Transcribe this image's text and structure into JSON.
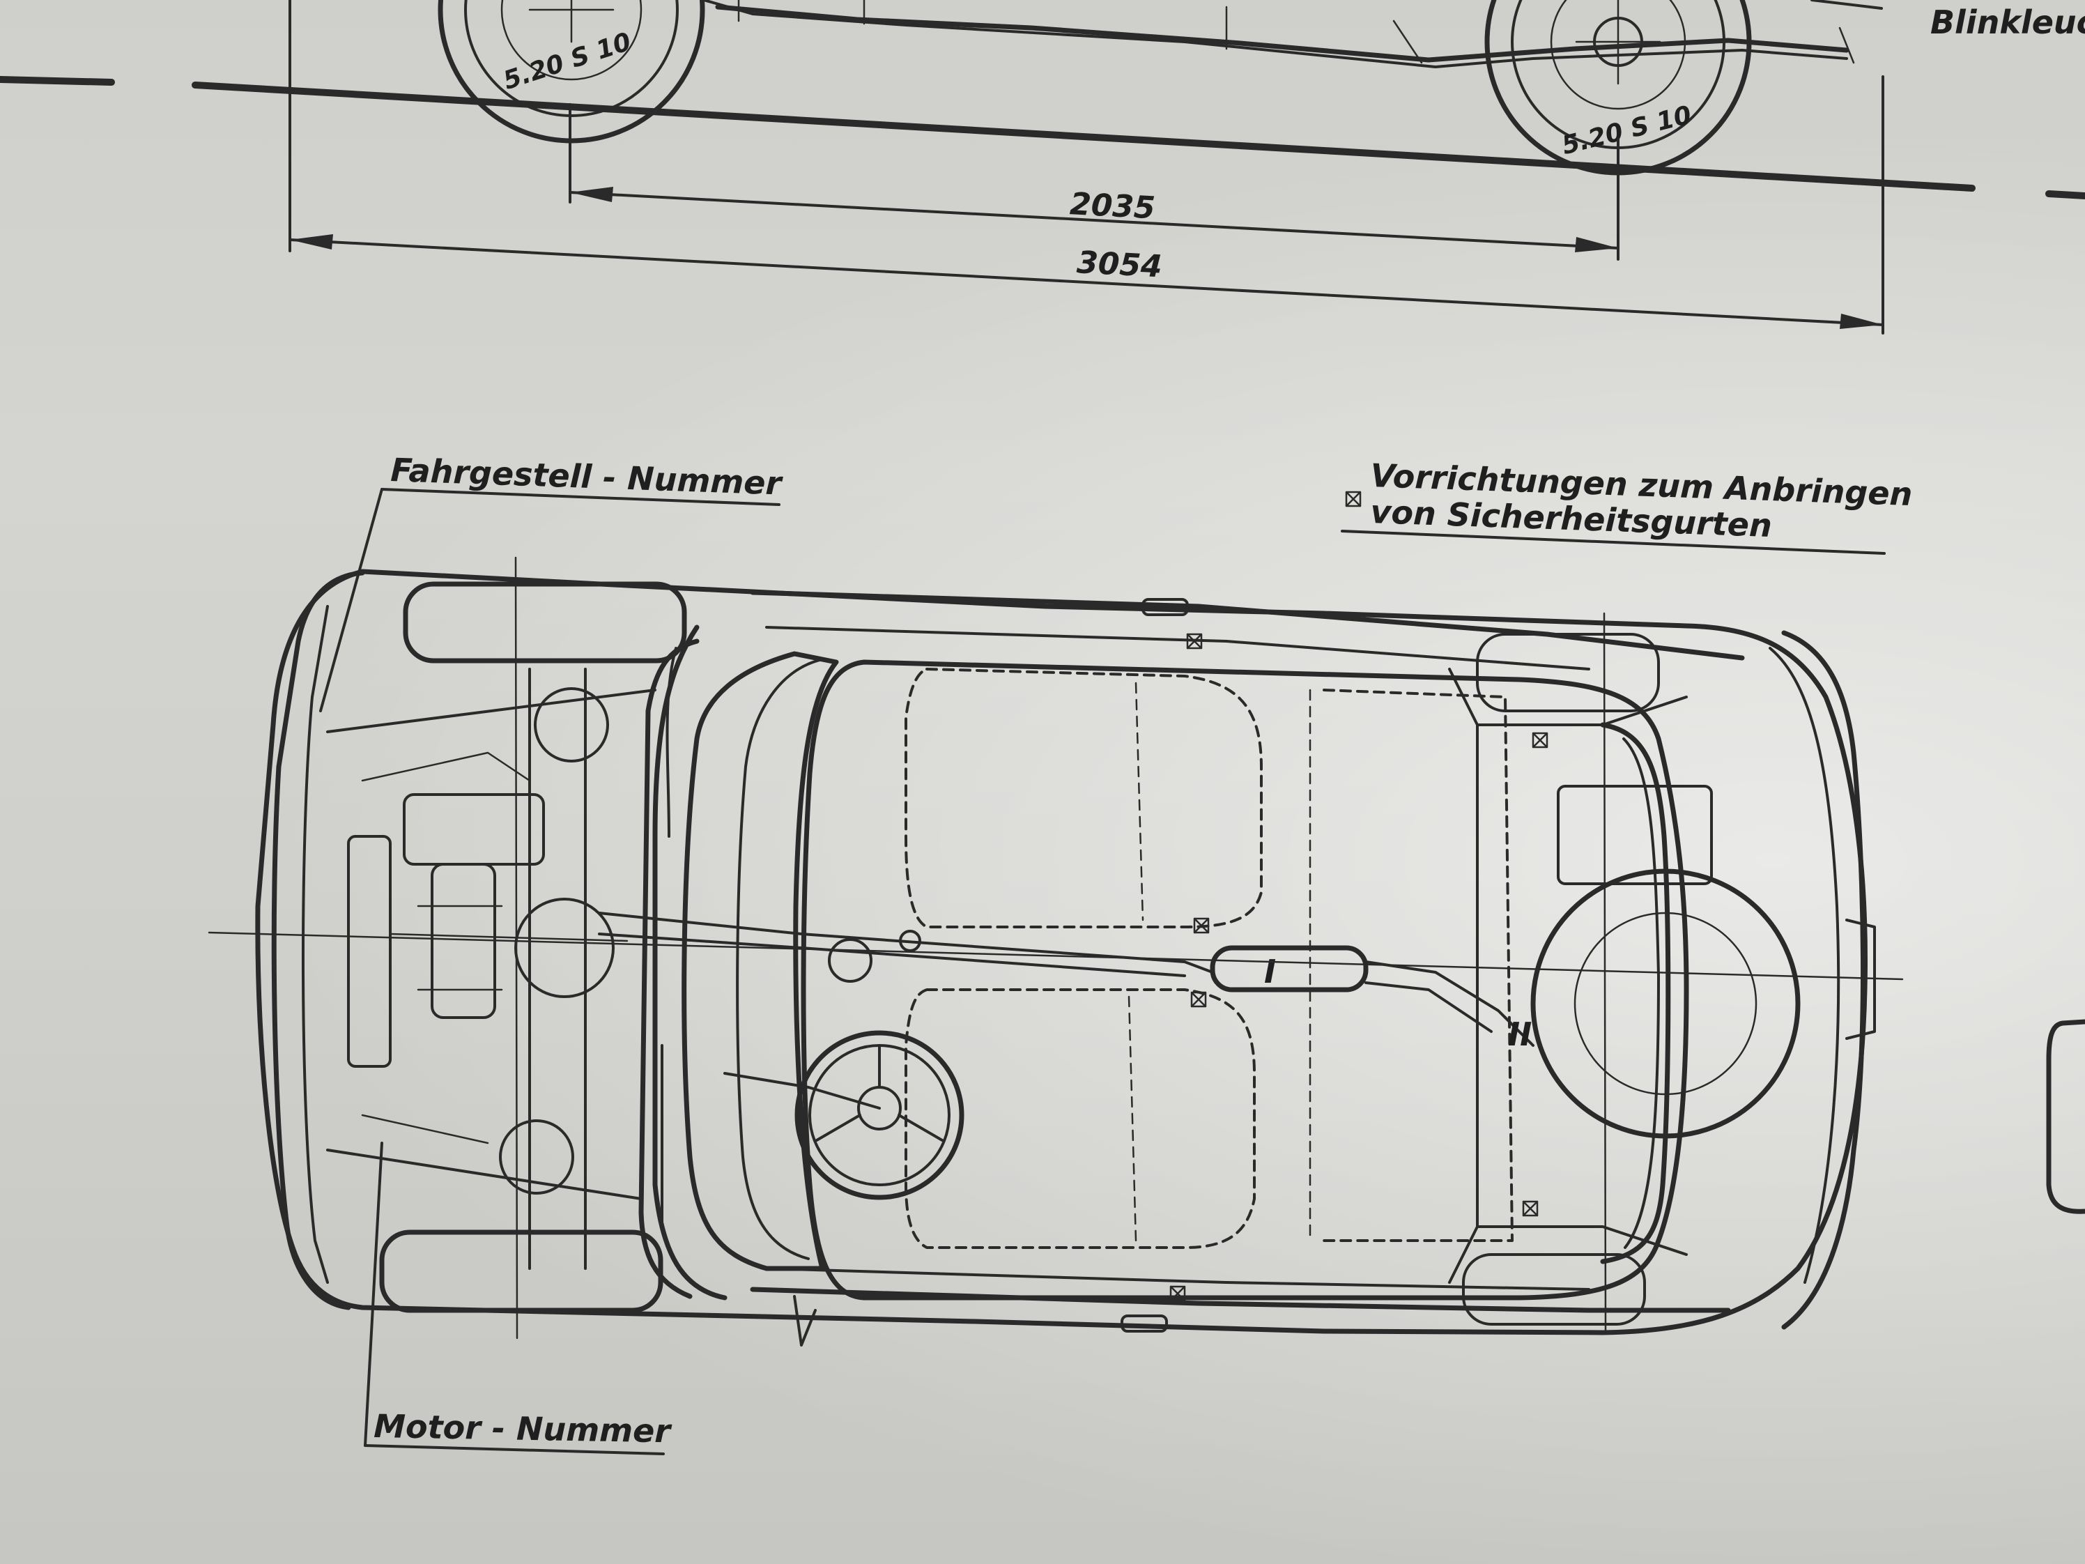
{
  "labels": {
    "blinkleuchte": "Blinkleuch",
    "tyre_front": "5.20 S 10",
    "tyre_rear": "5.20 S 10",
    "wheelbase": "2035",
    "overall_length": "3054",
    "chassis_number": "Fahrgestell - Nummer",
    "engine_number": "Motor - Nummer",
    "seatbelt_line1": "Vorrichtungen  zum  Anbringen",
    "seatbelt_line2": "von  Sicherheitsgurten",
    "exhaust_mark_1": "I",
    "exhaust_mark_2": "II"
  },
  "icons": {
    "seatbelt_marker": "cross-box-icon"
  },
  "colors": {
    "paper": "#cfcfcb",
    "ink": "#2a2a2a"
  }
}
